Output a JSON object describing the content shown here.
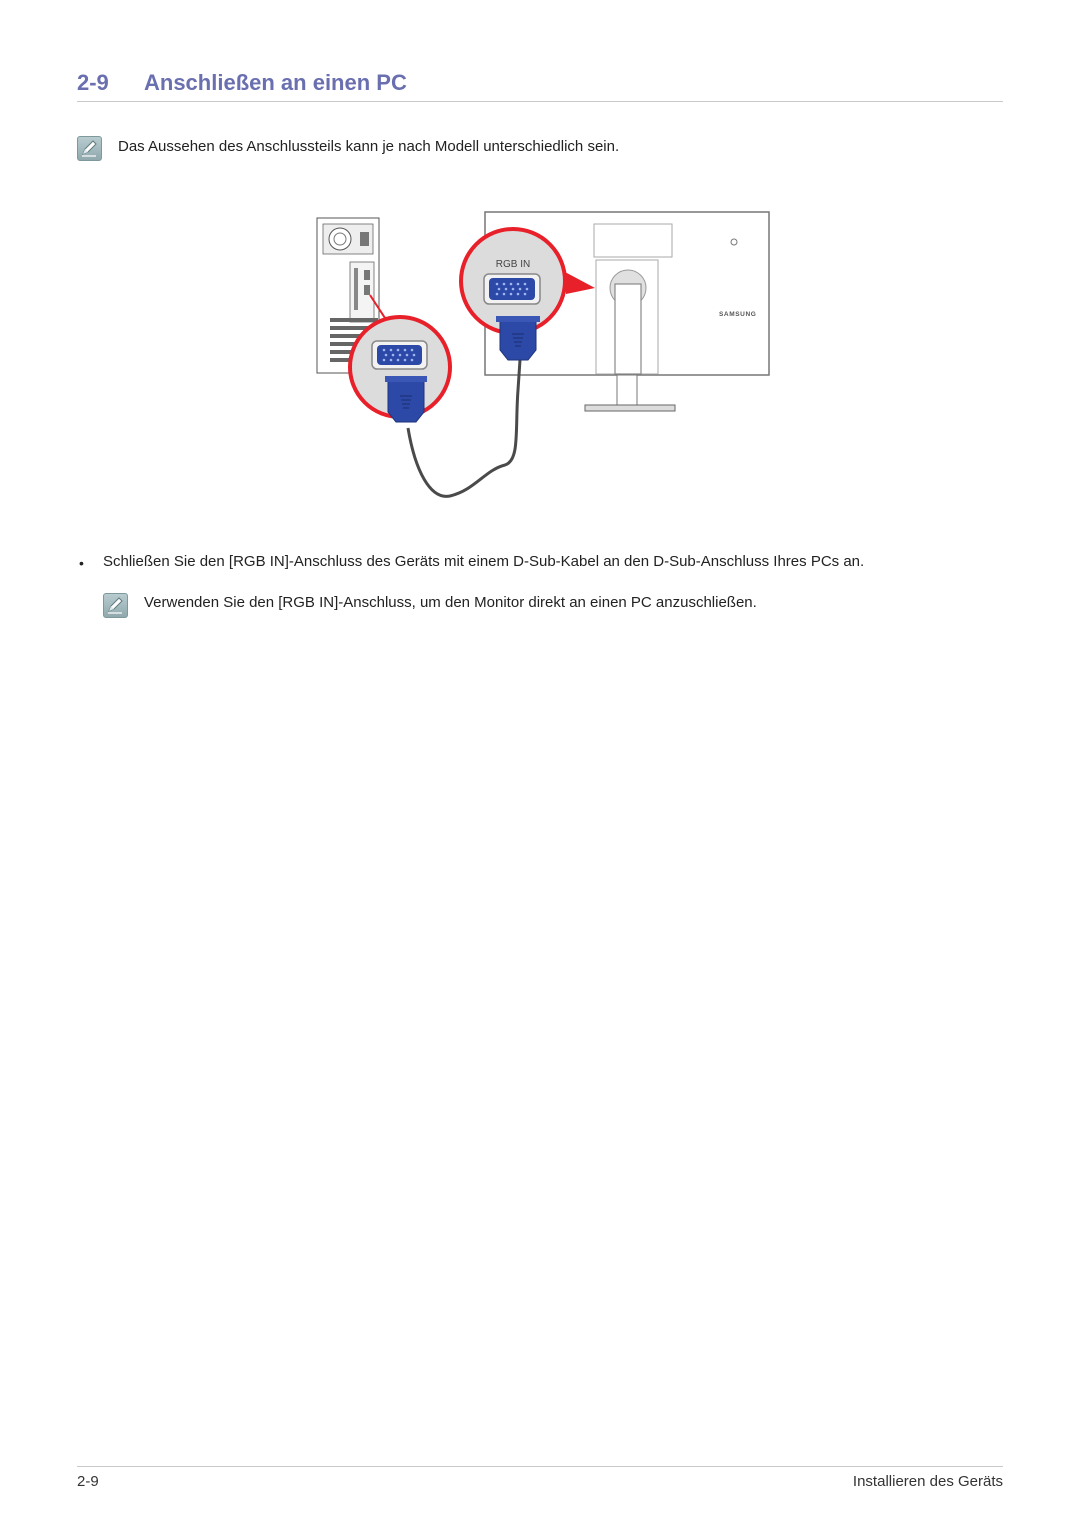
{
  "heading": {
    "number": "2-9",
    "title": "Anschließen an einen PC"
  },
  "note1": {
    "icon": "note-pencil-icon",
    "text": "Das Aussehen des Anschlussteils kann je nach Modell unterschiedlich sein."
  },
  "illustration": {
    "port_label": "RGB IN",
    "brand": "SAMSUNG",
    "highlight_color": "#e8202a",
    "connector_color": "#2d49a8"
  },
  "bullet": {
    "symbol": "•",
    "text": "Schließen Sie den [RGB IN]-Anschluss des Geräts mit einem D-Sub-Kabel an den D-Sub-Anschluss Ihres PCs an."
  },
  "note2": {
    "icon": "note-pencil-icon",
    "text": "Verwenden Sie den [RGB IN]-Anschluss, um den Monitor direkt an einen PC anzuschließen."
  },
  "footer": {
    "page": "2-9",
    "section": "Installieren des Geräts"
  }
}
